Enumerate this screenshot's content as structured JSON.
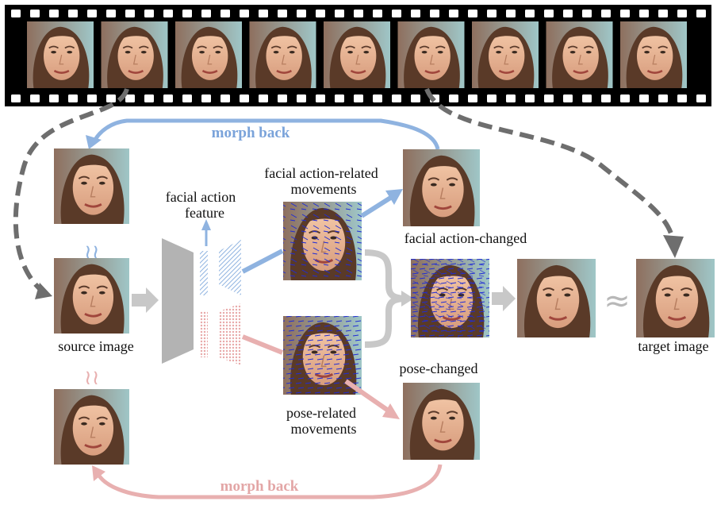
{
  "colors": {
    "film": "#000000",
    "blue": "#8fb3e0",
    "blue_text": "#7aa3da",
    "pink": "#e8b0b0",
    "pink_text": "#e3a6a6",
    "gray_arrow": "#bdbdbd",
    "dash_arrow": "#6e6e6e",
    "encoder": "#b3b3b3",
    "vector_blue": "#1f2bd6"
  },
  "film_strip": {
    "frame_count": 9
  },
  "labels": {
    "morph_back_top": "morph back",
    "morph_back_bottom": "morph back",
    "facial_action_feature_1": "facial action",
    "facial_action_feature_2": "feature",
    "facial_movements_1": "facial action-related",
    "facial_movements_2": "movements",
    "facial_action_changed": "facial action-changed",
    "pose_changed": "pose-changed",
    "pose_movements_1": "pose-related",
    "pose_movements_2": "movements",
    "source_image": "source image",
    "target_image": "target image",
    "approx_symbol": "≈"
  }
}
